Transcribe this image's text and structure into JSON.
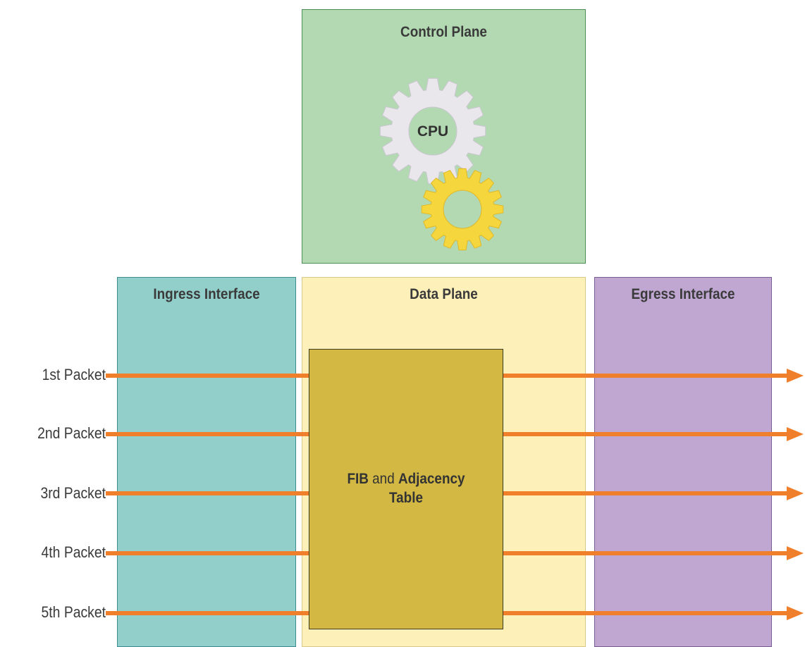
{
  "control_plane": {
    "title": "Control Plane",
    "cpu_label": "CPU"
  },
  "ingress": {
    "title": "Ingress Interface"
  },
  "data_plane": {
    "title": "Data Plane"
  },
  "egress": {
    "title": "Egress Interface"
  },
  "fib": {
    "part1": "FIB",
    "part2": " and ",
    "part3": "Adjacency",
    "part4": "Table"
  },
  "packets": [
    "1st Packet",
    "2nd Packet",
    "3rd Packet",
    "4th Packet",
    "5th Packet"
  ],
  "colors": {
    "control_plane": "#b2d9b1",
    "ingress": "#93cfca",
    "data_plane": "#fdf0b8",
    "egress": "#bfa7d2",
    "fib": "#d3b843",
    "arrow": "#f07f2c",
    "gear_large": "#e9e7ec",
    "gear_small": "#f5d63d"
  }
}
